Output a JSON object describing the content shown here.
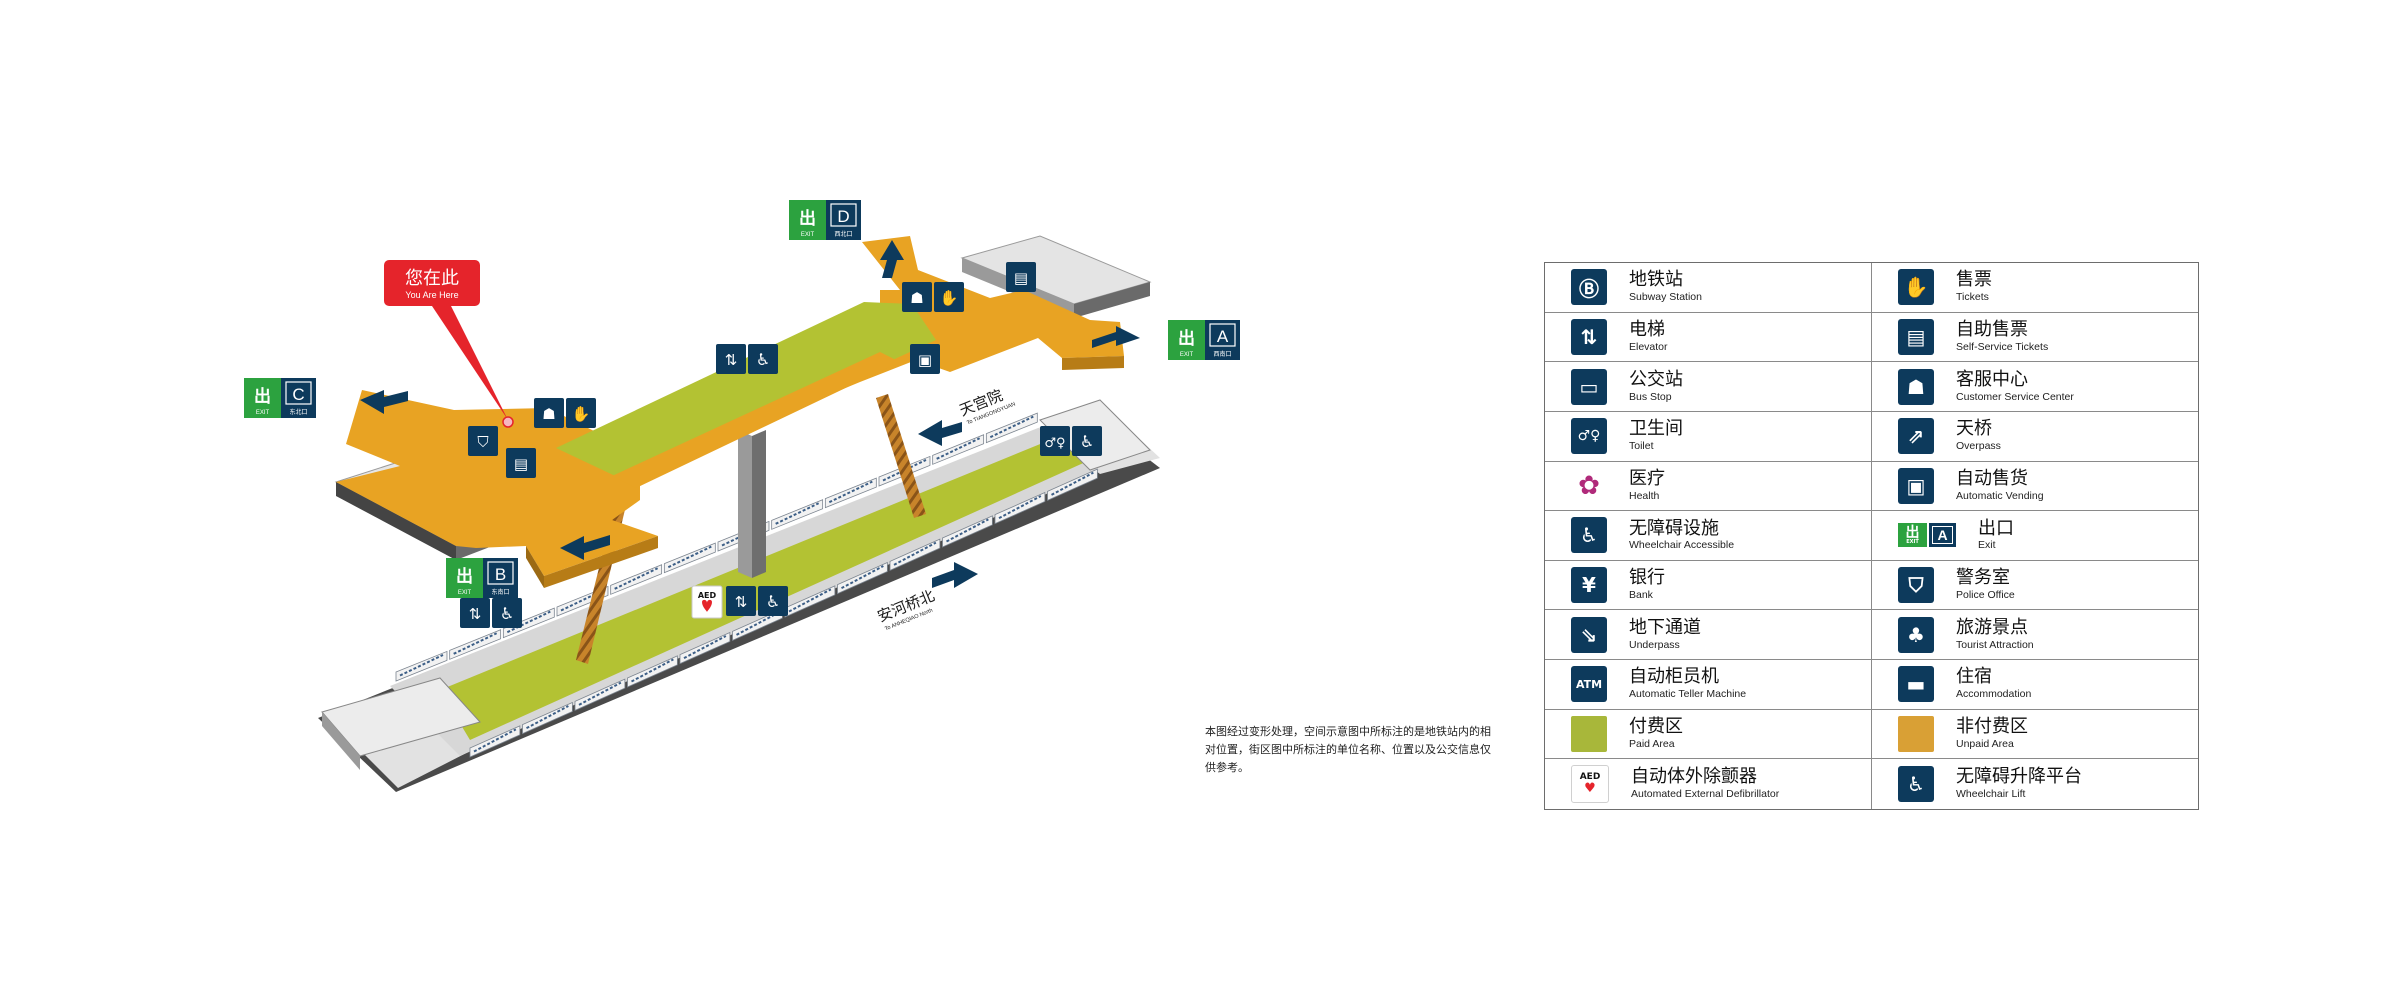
{
  "map": {
    "you_are_here": {
      "zh": "您在此",
      "en": "You Are Here"
    },
    "exits": [
      {
        "id": "exit-d",
        "letter": "D",
        "exit_label": "EXIT",
        "sub": "西北口"
      },
      {
        "id": "exit-a",
        "letter": "A",
        "exit_label": "EXIT",
        "sub": "西南口"
      },
      {
        "id": "exit-c",
        "letter": "C",
        "exit_label": "EXIT",
        "sub": "东北口"
      },
      {
        "id": "exit-b",
        "letter": "B",
        "exit_label": "EXIT",
        "sub": "东南口"
      }
    ],
    "directions": [
      {
        "id": "tiangongyuan",
        "zh": "天宫院",
        "en": "To TIANGONGYUAN"
      },
      {
        "id": "anheqiaobei",
        "zh": "安河桥北",
        "en": "To ANHEQIAO North"
      }
    ],
    "aed_label": "AED",
    "colors": {
      "unpaid": "#e8a323",
      "paid": "#b3c233",
      "platform_grey": "#e3e3e3",
      "navy": "#0d3a5c",
      "exit_green": "#2ca23f",
      "red": "#e5242b"
    }
  },
  "note": "本图经过变形处理，空间示意图中所标注的是地铁站内的相对位置，街区图中所标注的单位名称、位置以及公交信息仅供参考。",
  "legend": [
    {
      "zh": "地铁站",
      "en": "Subway Station",
      "icon": "subway-icon",
      "glyph": "Ⓑ"
    },
    {
      "zh": "售票",
      "en": "Tickets",
      "icon": "tickets-icon",
      "glyph": "✋"
    },
    {
      "zh": "电梯",
      "en": "Elevator",
      "icon": "elevator-icon",
      "glyph": "⇅"
    },
    {
      "zh": "自助售票",
      "en": "Self-Service Tickets",
      "icon": "self-service-tickets-icon",
      "glyph": "▤"
    },
    {
      "zh": "公交站",
      "en": "Bus Stop",
      "icon": "bus-icon",
      "glyph": "▭"
    },
    {
      "zh": "客服中心",
      "en": "Customer Service Center",
      "icon": "customer-service-icon",
      "glyph": "☗"
    },
    {
      "zh": "卫生间",
      "en": "Toilet",
      "icon": "toilet-icon",
      "glyph": "♂♀"
    },
    {
      "zh": "天桥",
      "en": "Overpass",
      "icon": "overpass-icon",
      "glyph": "⇗"
    },
    {
      "zh": "医疗",
      "en": "Health",
      "icon": "health-icon",
      "glyph": "✚"
    },
    {
      "zh": "自动售货",
      "en": "Automatic Vending",
      "icon": "vending-icon",
      "glyph": "▣"
    },
    {
      "zh": "无障碍设施",
      "en": "Wheelchair Accessible",
      "icon": "wheelchair-icon",
      "glyph": "♿"
    },
    {
      "zh": "出口",
      "en": "Exit",
      "icon": "exit-icon",
      "glyph": "出",
      "exit_letter": "A",
      "exit_label": "EXIT"
    },
    {
      "zh": "银行",
      "en": "Bank",
      "icon": "bank-icon",
      "glyph": "¥"
    },
    {
      "zh": "警务室",
      "en": "Police Office",
      "icon": "police-icon",
      "glyph": "⛉"
    },
    {
      "zh": "地下通道",
      "en": "Underpass",
      "icon": "underpass-icon",
      "glyph": "⇘"
    },
    {
      "zh": "旅游景点",
      "en": "Tourist Attraction",
      "icon": "tourist-icon",
      "glyph": "♣"
    },
    {
      "zh": "自动柜员机",
      "en": "Automatic Teller Machine",
      "icon": "atm-icon",
      "glyph": "ATM"
    },
    {
      "zh": "住宿",
      "en": "Accommodation",
      "icon": "accommodation-icon",
      "glyph": "▬"
    },
    {
      "zh": "付费区",
      "en": "Paid Area",
      "icon": "paid-area-swatch",
      "swatch": "#a8b73a"
    },
    {
      "zh": "非付费区",
      "en": "Unpaid Area",
      "icon": "unpaid-area-swatch",
      "swatch": "#d9a035"
    },
    {
      "zh": "自动体外除颤器",
      "en": "Automated External Defibrillator",
      "icon": "aed-icon",
      "glyph": "AED"
    },
    {
      "zh": "无障碍升降平台",
      "en": "Wheelchair Lift",
      "icon": "wheelchair-lift-icon",
      "glyph": "♿"
    }
  ]
}
